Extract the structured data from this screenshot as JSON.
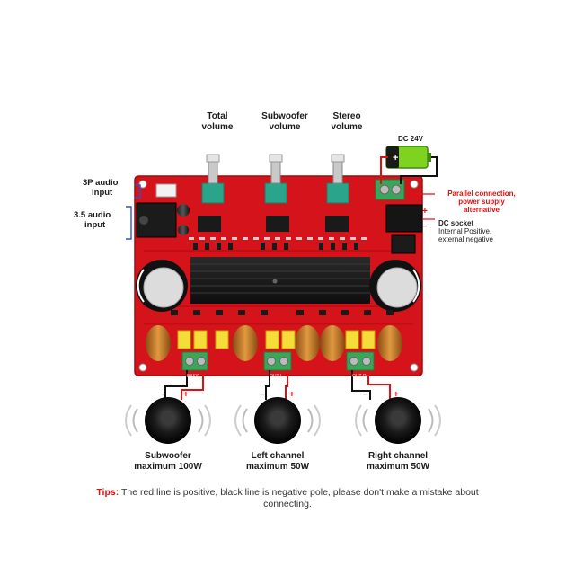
{
  "knobs": [
    {
      "line1": "Total",
      "line2": "volume"
    },
    {
      "line1": "Subwoofer",
      "line2": "volume"
    },
    {
      "line1": "Stereo",
      "line2": "volume"
    }
  ],
  "battery_label": "DC 24V",
  "inputs": [
    {
      "line1": "3P audio",
      "line2": "input"
    },
    {
      "line1": "3.5 audio",
      "line2": "input"
    }
  ],
  "parallel": {
    "line1": "Parallel connection,",
    "line2": "power supply",
    "line3": "alternative"
  },
  "dc_socket": {
    "line1": "DC socket",
    "line2": "Internal Positive,",
    "line3": "external negative"
  },
  "speakers": [
    {
      "line1": "Subwoofer",
      "line2": "maximum 100W"
    },
    {
      "line1": "Left channel",
      "line2": "maximum 50W"
    },
    {
      "line1": "Right channel",
      "line2": "maximum 50W"
    }
  ],
  "pcb_labels": [
    "OUT-R",
    "OUT-L",
    "BASS"
  ],
  "polarity": {
    "minus": "−",
    "plus": "+"
  },
  "tips": {
    "prefix": "Tips:",
    "text": " The red line is positive, black line is negative pole, please don't make a mistake about connecting."
  },
  "colors": {
    "pcb": "#d4141a",
    "positive_wire": "#e01010",
    "negative_wire": "#111111",
    "heatsink": "#1a1a1a"
  }
}
